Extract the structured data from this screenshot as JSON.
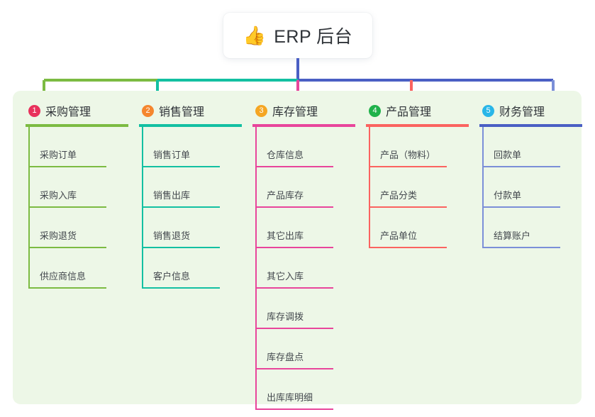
{
  "root": {
    "icon": "thumbs-up-icon",
    "emoji": "👍",
    "title": "ERP 后台"
  },
  "palette": {
    "panel_background": "#EDF7E7",
    "page_background": "#FFFFFF",
    "root_stem": "#4A5FC4",
    "bar_green": "#7CBB42",
    "bar_teal": "#13C0A2",
    "bar_blue": "#4A5FC4"
  },
  "columns": [
    {
      "index": "1",
      "title": "采购管理",
      "badge_color": "#E8325C",
      "line_color": "#7CBB42",
      "stem_color": "#7CBB42",
      "items": [
        {
          "label": "采购订单"
        },
        {
          "label": "采购入库"
        },
        {
          "label": "采购退货"
        },
        {
          "label": "供应商信息"
        }
      ]
    },
    {
      "index": "2",
      "title": "销售管理",
      "badge_color": "#F5862E",
      "line_color": "#13C0A2",
      "stem_color": "#13C0A2",
      "items": [
        {
          "label": "销售订单"
        },
        {
          "label": "销售出库"
        },
        {
          "label": "销售退货"
        },
        {
          "label": "客户信息"
        }
      ]
    },
    {
      "index": "3",
      "title": "库存管理",
      "badge_color": "#F5A623",
      "line_color": "#E8459B",
      "stem_color": "#E8459B",
      "items": [
        {
          "label": "仓库信息"
        },
        {
          "label": "产品库存"
        },
        {
          "label": "其它出库"
        },
        {
          "label": "其它入库"
        },
        {
          "label": "库存调拨"
        },
        {
          "label": "库存盘点"
        },
        {
          "label": "出库库明细"
        }
      ]
    },
    {
      "index": "4",
      "title": "产品管理",
      "badge_color": "#20B24B",
      "line_color": "#FB6360",
      "stem_color": "#FB6360",
      "items": [
        {
          "label": "产品（物料）"
        },
        {
          "label": "产品分类"
        },
        {
          "label": "产品单位"
        }
      ]
    },
    {
      "index": "5",
      "title": "财务管理",
      "badge_color": "#29B6E8",
      "line_color": "#4A5FC4",
      "stem_color": "#7B8FD8",
      "items": [
        {
          "label": "回款单"
        },
        {
          "label": "付款单"
        },
        {
          "label": "结算账户"
        }
      ]
    }
  ]
}
